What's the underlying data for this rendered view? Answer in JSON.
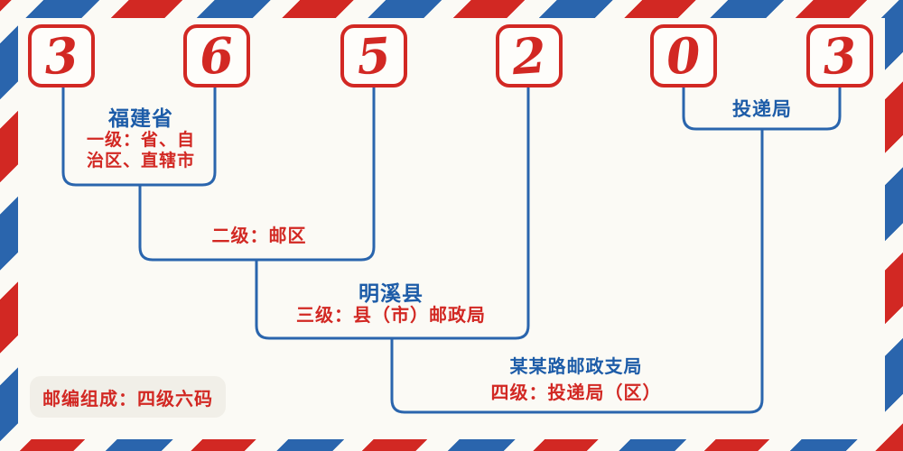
{
  "postal_code": {
    "digits": [
      "3",
      "6",
      "5",
      "2",
      "0",
      "3"
    ]
  },
  "annotations": {
    "province": {
      "name": "福建省",
      "level": "一级：省、自\n治区、直辖市"
    },
    "postal_zone": {
      "level": "二级：邮区"
    },
    "county": {
      "name": "明溪县",
      "level": "三级：县（市）邮政局"
    },
    "delivery_office": {
      "name": "投递局"
    },
    "branch": {
      "name": "某某路邮政支局",
      "level": "四级：投递局（区）"
    }
  },
  "footer": {
    "badge": "邮编组成：四级六码"
  },
  "colors": {
    "red": "#d22823",
    "blue": "#2a65ad",
    "text_blue": "#1d5ca8",
    "background": "#fbfaf5",
    "badge_bg": "#f1efe8"
  }
}
